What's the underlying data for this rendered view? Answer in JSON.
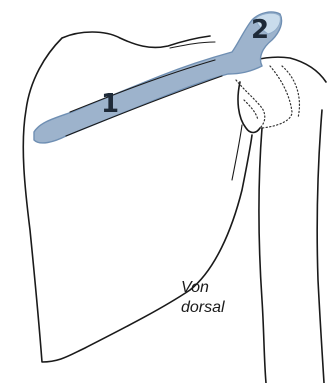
{
  "figure": {
    "marker_1": "1",
    "marker_2": "2",
    "caption_line1": "Von",
    "caption_line2": "dorsal"
  },
  "colors": {
    "highlight_fill": "#9db3cc",
    "highlight_stroke": "#6f8fb3",
    "acromion_tip": "#c9dcec",
    "outline": "#1a1a1a",
    "marker_text": "#1e2a38"
  }
}
